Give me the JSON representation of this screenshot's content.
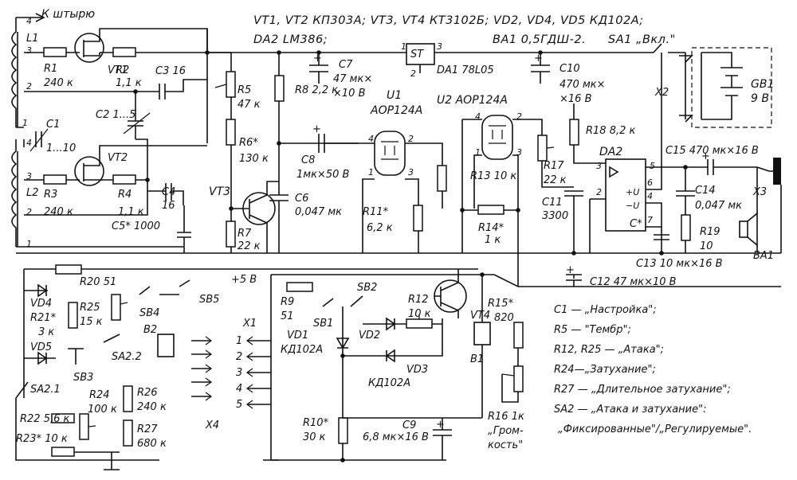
{
  "header": {
    "line1": "VT1, VT2 КП303А; VT3, VT4 КТ3102Б;  VD2, VD4, VD5  КД102А;",
    "line2a": "DA2  LM386;",
    "line2b": "BA1  0,5ГДШ-2.",
    "line2c": "SA1 „Вкл.\""
  },
  "labels": {
    "antenna": "К штырю",
    "L1": "L1",
    "L2": "L2",
    "VT1": "VT1",
    "VT2": "VT2",
    "VT3": "VT3",
    "VT4": "VT4",
    "R1": "R1",
    "R1v": "240 к",
    "R2": "R2",
    "R2v": "1,1 к",
    "R3": "R3",
    "R3v": "240 к",
    "R4": "R4",
    "R4v": "1,1 к",
    "C3": "C3  16",
    "C1": "C1",
    "C1v": "1...10",
    "C2": "C2  1...5",
    "C4": "C4",
    "C4v": "16",
    "C5": "C5* 1000",
    "R5": "R5",
    "R5v": "47 к",
    "R6": "R6*",
    "R6v": "130 к",
    "R7": "R7",
    "R7v": "22 к",
    "R8": "R8  2,2 к",
    "C6": "C6",
    "C6v": "0,047 мк",
    "C7": "C7",
    "C7v": "47 мк×",
    "C7v2": "×10 В",
    "C8": "C8",
    "C8v": "1мк×50 В",
    "DA1": "DA1  78L05",
    "ST": "ST",
    "U1": "U1",
    "U1v": "AOP124A",
    "U2": "U2  AOP124A",
    "C10": "C10",
    "C10v": "470 мк×",
    "C10v2": "×16 В",
    "BA1": "BA1  0,5ГДШ-2.",
    "X2": "X2",
    "GB1": "GB1",
    "GB1v": "9 В",
    "R11": "R11*",
    "R11v": "6,2 к",
    "R13": "R13 10 к",
    "R14": "R14*",
    "R14v": "1 к",
    "R17": "R17",
    "R17v": "22 к",
    "R18": "R18 8,2 к",
    "C11": "C11",
    "C11v": "3300",
    "DA2": "DA2",
    "C15": "C15  470 мк×16 В",
    "C14": "C14",
    "C14v": "0,047 мк",
    "R19": "R19",
    "R19v": "10",
    "C13": "C13  10 мк×16 В",
    "C12": "C12  47 мк×10 В",
    "X3": "X3",
    "BA1b": "BA1",
    "plus5": "+5 В",
    "R20": "R20  51",
    "VD4": "VD4",
    "R21": "R21*",
    "R21v": "3 к",
    "R25": "R25",
    "R25v": "15 к",
    "SB4": "SB4",
    "SB5": "SB5",
    "B2": "B2",
    "VD5": "VD5",
    "SA22": "SA2.2",
    "SB3": "SB3",
    "SA21": "SA2.1",
    "R24": "R24",
    "R24v": "100 к",
    "R26": "R26",
    "R26v": "240 к",
    "R27": "R27",
    "R27v": "680 к",
    "R22": "R22  5,6 к",
    "R23": "R23* 10 к",
    "X4": "X4",
    "X1": "X1",
    "R9": "R9",
    "R9v": "51",
    "SB1": "SB1",
    "SB2": "SB2",
    "VD1": "VD1",
    "VD1v": "КД102А",
    "VD2": "VD2",
    "VD3": "VD3",
    "VD3v": "КД102А",
    "R12": "R12",
    "R12v": "10 к",
    "B1": "B1",
    "R10": "R10*",
    "R10v": "30 к",
    "C9": "C9",
    "C9v": "6,8 мк×16 В",
    "R15": "R15*",
    "R15v": "820",
    "R16": "R16  1к",
    "R16v1": "„Гром-",
    "R16v2": "кость\"",
    "pins": [
      "1",
      "2",
      "3",
      "4",
      "5"
    ]
  },
  "legend": [
    "С1 — „Настройка\";",
    "R5 — \"Тембр\";",
    "R12, R25 — „Атака\";",
    "R24—„Затухание\";",
    "R27 — „Длительное  затухание\";",
    "SA2 — „Атака и затухание\":",
    "„Фиксированные\"/„Регулируемые\"."
  ]
}
